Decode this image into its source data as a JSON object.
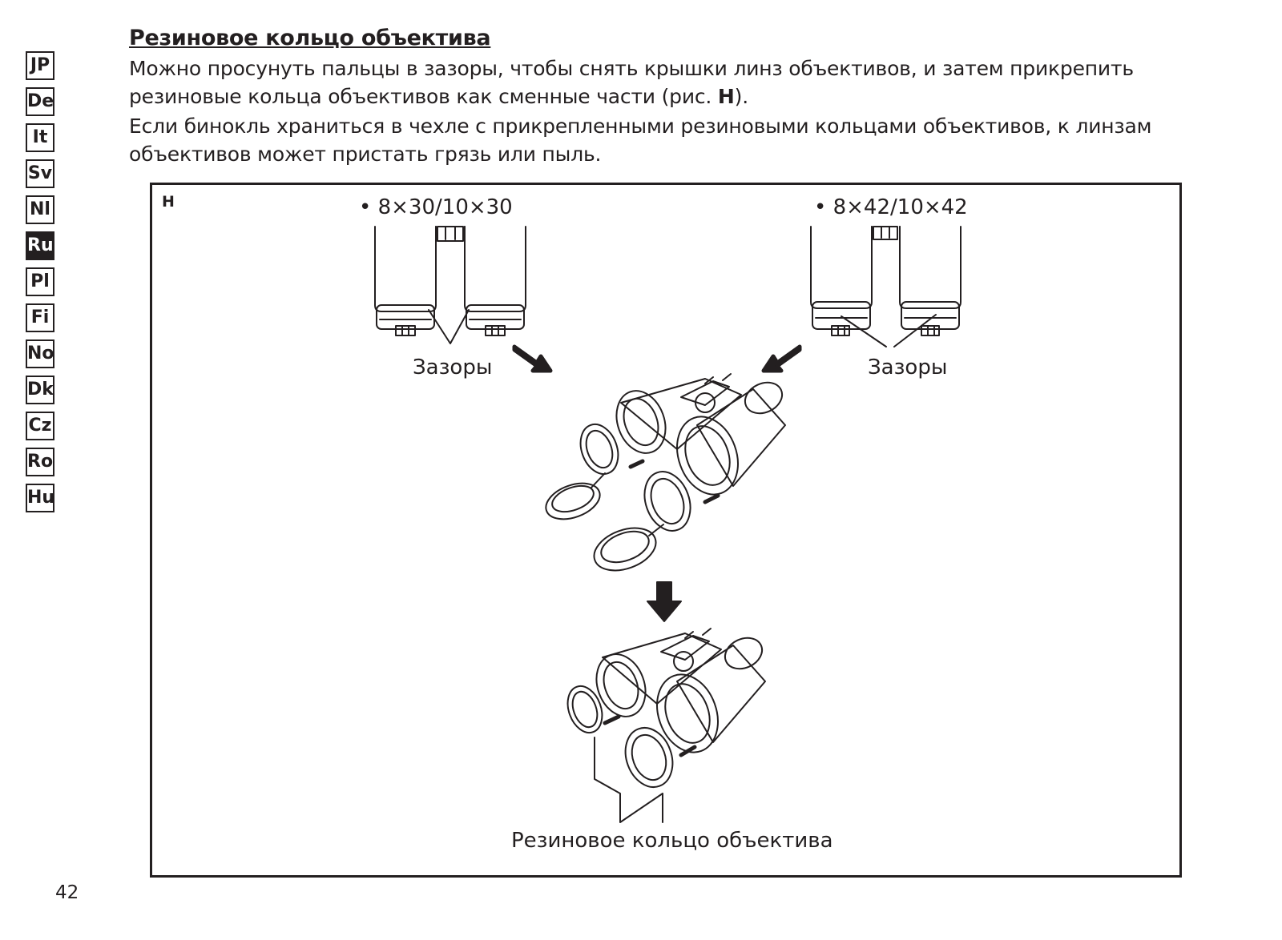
{
  "languages": [
    "JP",
    "De",
    "It",
    "Sv",
    "Nl",
    "Ru",
    "Pl",
    "Fi",
    "No",
    "Dk",
    "Cz",
    "Ro",
    "Hu"
  ],
  "active_language": "Ru",
  "heading": "Резиновое кольцо объектива",
  "paragraph1_start": "Можно просунуть пальцы в зазоры, чтобы снять крышки линз объективов, и затем прикрепить резиновые кольца объективов как сменные части (рис. ",
  "paragraph1_ref": "H",
  "paragraph1_end": ").",
  "paragraph2": "Если бинокль храниться в чехле с прикрепленными резиновыми кольцами объективов, к линзам объективов может пристать грязь или пыль.",
  "figure": {
    "letter": "H",
    "model_left": "• 8×30/10×30",
    "model_right": "• 8×42/10×42",
    "gaps_left": "Зазоры",
    "gaps_right": "Зазоры",
    "ring_label": "Резиновое кольцо объектива"
  },
  "page_number": "42"
}
